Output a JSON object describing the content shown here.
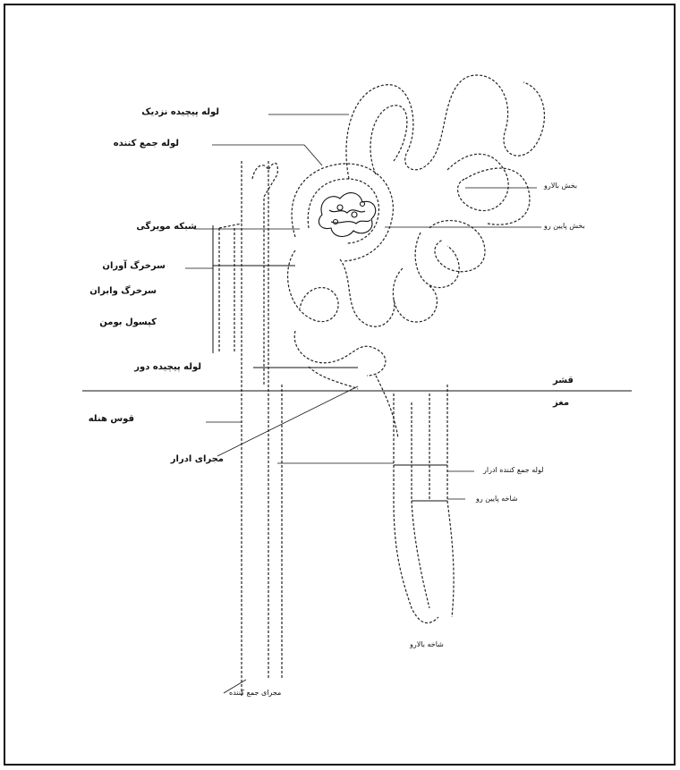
{
  "labels": {
    "l01": "لوله پیچیده نزدیک",
    "l02": "لوله جمع کننده",
    "l03": "شبکه مویرگی",
    "l04": "سرخرگ آوران",
    "l05": "سرخرگ وابران",
    "l06": "کپسول بومن",
    "l07": "لوله پیچیده دور",
    "l08": "قشر",
    "l09": "مغز",
    "l10": "قوس هنله",
    "l11": "بخش بالارو",
    "l12": "بخش پایین رو",
    "l13": "مجرای ادرار",
    "l14": "لوله جمع کننده ادرار",
    "l15": "شاخه پایین رو",
    "l16": "شاخه بالارو",
    "l17": "مجرای جمع کننده"
  }
}
